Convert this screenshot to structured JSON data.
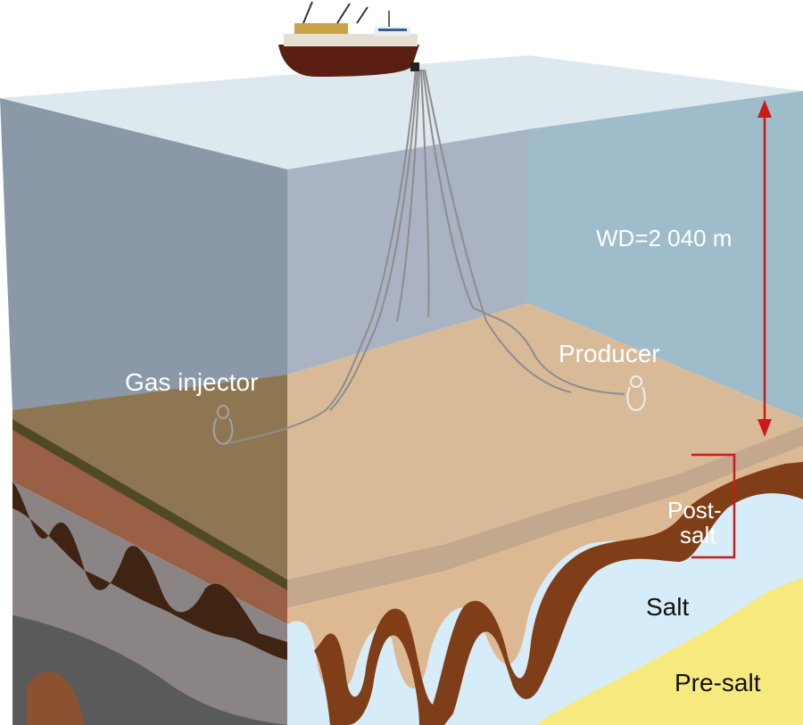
{
  "labels": {
    "water_depth": "WD=2 040 m",
    "producer": "Producer",
    "gas_injector": "Gas injector",
    "post_salt_line1": "Post-",
    "post_salt_line2": "salt",
    "salt": "Salt",
    "pre_salt": "Pre-salt"
  },
  "colors": {
    "water_top": "#dde9ee",
    "water_left": "#8a98a8",
    "water_back": "#aab3c3",
    "water_right": "#9fbccb",
    "seabed": "#d8ba98",
    "seabed_band": "#c3a88d",
    "post_salt_dark": "#7f3e17",
    "salt": "#d6ecf8",
    "pre_salt": "#f6ea7e",
    "arrow": "#cc1a1a",
    "well_line": "#8d8d8d"
  }
}
